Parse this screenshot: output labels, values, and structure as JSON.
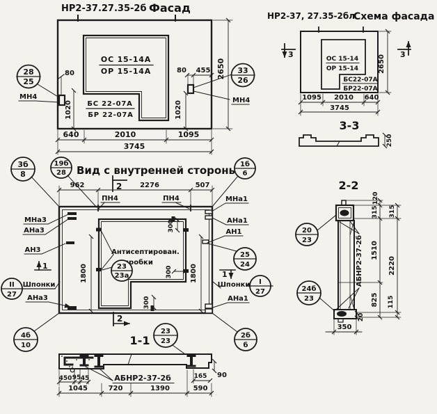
{
  "facade": {
    "title_code": "НР2-37.27.35-2б",
    "title_name": "Фасад",
    "mark_top": "ОС 15-14А",
    "mark_top2": "ОР 15-14А",
    "mark_bottom": "БС 22-07А",
    "mark_bottom2": "БР 22-07А",
    "anchor_left_label": "МН4",
    "anchor_right_label": "МН4",
    "callout_left": {
      "num": "28",
      "den": "25"
    },
    "callout_right": {
      "num": "33",
      "den": "26"
    },
    "dim_640": "640",
    "dim_2010": "2010",
    "dim_1095": "1095",
    "dim_3745": "3745",
    "dim_2650": "2650",
    "dim_80_left": "80",
    "dim_1020_left": "1020",
    "dim_80_right": "80",
    "dim_455": "455",
    "dim_1020_right": "1020"
  },
  "schema": {
    "title_code": "НР2-37, 27.35-2бл",
    "title_name": "Схема фасада",
    "mark_top": "ОС 15-14",
    "mark_top2": "ОР 15-14",
    "mark_bottom": "БС22-07А",
    "mark_bottom2": "БР22-07А",
    "section_mark_left": "3",
    "section_mark_right": "3",
    "dim_1095": "1095",
    "dim_2010": "2010",
    "dim_640": "640",
    "dim_3745": "3745",
    "dim_2650": "2650",
    "section_title": "3-3",
    "dim_250": "250"
  },
  "inner": {
    "title": "Вид с внутренней стороны",
    "dim_962": "962",
    "dim_2276": "2276",
    "dim_507": "507",
    "dim_1800_left": "1800",
    "dim_1800_right": "1800",
    "dim_300_top": "300",
    "dim_300_right": "300",
    "dim_300_bottom": "300",
    "pn4_left": "ПН4",
    "pn4_right": "ПН4",
    "mna3": "МНа3",
    "ana3_top": "АНа3",
    "an3": "АН3",
    "shponki_left": "Шпонки",
    "ana3_bottom": "АНа3",
    "mna1": "МНа1",
    "ana1_top": "АНа1",
    "an1": "АН1",
    "shponki_right": "Шпонки",
    "ana1_bottom": "АНа1",
    "note_line1": "Антисептирован.",
    "note_line2": "пробки",
    "sec2_top": "2",
    "sec2_bottom": "2",
    "sec1_left": "1",
    "sec1_right": "1",
    "callouts": {
      "c3b8": {
        "num": "3б",
        "den": "8"
      },
      "c19b28": {
        "num": "19б",
        "den": "28"
      },
      "c1b6": {
        "num": "1б",
        "den": "6"
      },
      "c2524": {
        "num": "25",
        "den": "24"
      },
      "cII27": {
        "num": "II",
        "den": "27"
      },
      "cI27": {
        "num": "I",
        "den": "27"
      },
      "c4b10": {
        "num": "4б",
        "den": "10"
      },
      "c2bb": {
        "num": "2б",
        "den": "б"
      },
      "c2323a": {
        "num": "23",
        "den": "23а"
      },
      "c2323": {
        "num": "23",
        "den": "23"
      }
    }
  },
  "section11": {
    "title": "1-1",
    "label": "АБНР2-37-2б",
    "dim_450": "450",
    "dim_95": "95",
    "dim_45": "45",
    "dim_165": "165",
    "dim_90": "90",
    "dim_1045": "1045",
    "dim_720": "720",
    "dim_1390": "1390",
    "dim_590": "590"
  },
  "section22": {
    "title": "2-2",
    "label": "АБНР2-37-2б",
    "dim_120": "120",
    "dim_315_a": "315",
    "dim_315_b": "315",
    "dim_1510": "1510",
    "dim_2220": "2220",
    "dim_825": "825",
    "dim_115": "115",
    "dim_20": "20",
    "dim_350": "350",
    "callout_top": {
      "num": "20",
      "den": "23"
    },
    "callout_bottom": {
      "num": "24б",
      "den": "23"
    }
  }
}
